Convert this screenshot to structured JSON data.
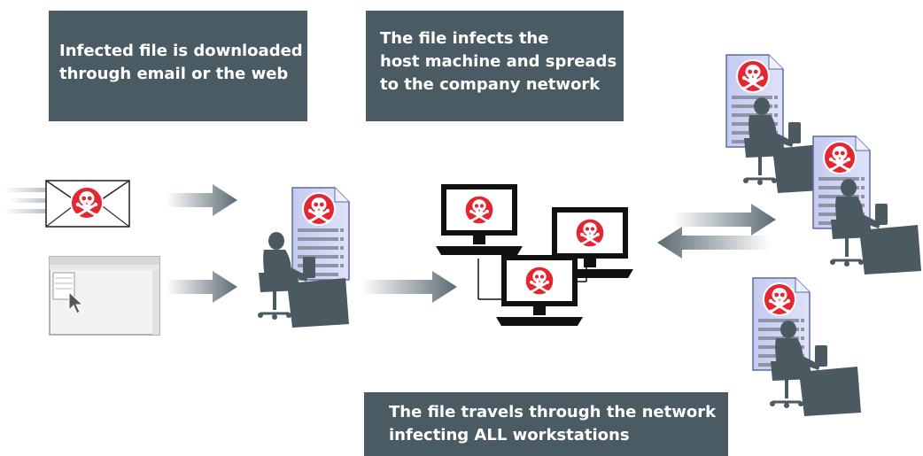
{
  "callouts": {
    "download": {
      "lines": [
        "Infected file is downloaded",
        "through email or the web"
      ]
    },
    "spread": {
      "lines": [
        "The file infects the",
        "host machine and spreads",
        "to the company network"
      ]
    },
    "travel": {
      "lines": [
        "The file travels through the network",
        "infecting ALL workstations"
      ]
    }
  },
  "icons": {
    "threat": "skull-crossbones-icon",
    "email": "envelope-icon",
    "web": "browser-window-icon",
    "user": "person-at-desk-icon",
    "document": "document-icon",
    "monitor": "monitor-icon"
  },
  "colors": {
    "callout_bg": "#4a5b63",
    "callout_text": "#ffffff",
    "threat_red": "#e3262f",
    "document_fill": "#cfd3f2",
    "document_stroke": "#5b6aa8",
    "silhouette": "#4b5960",
    "arrow": "#5b6b73"
  }
}
